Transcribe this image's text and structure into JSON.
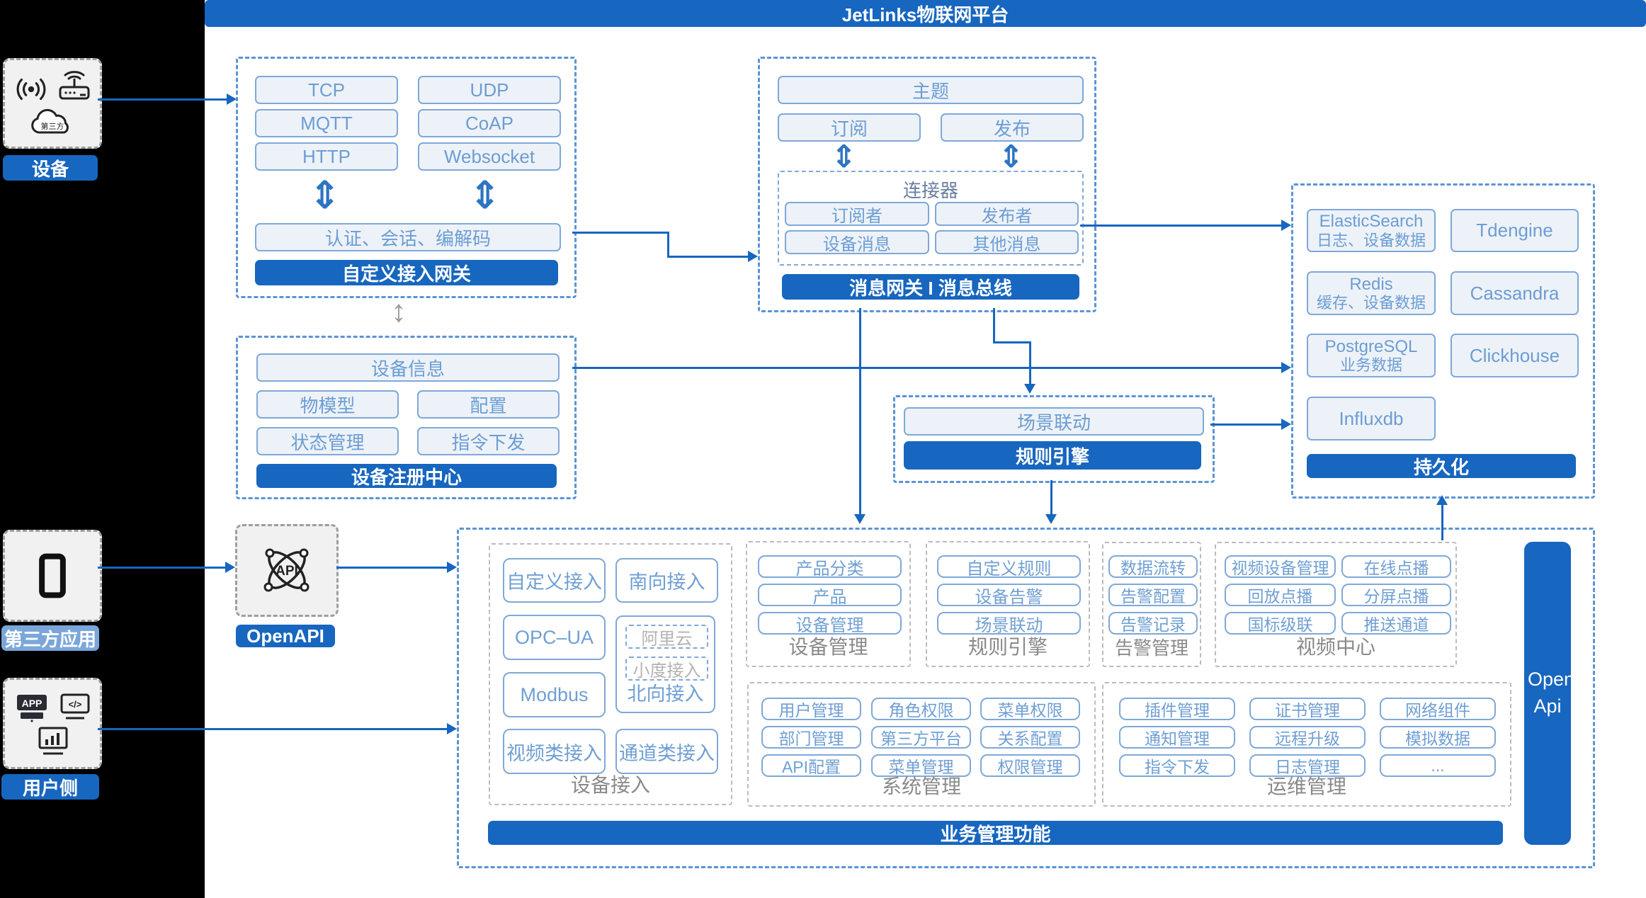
{
  "title": "JetLinks物联网平台",
  "left_rail": {
    "device": {
      "label": "设备",
      "cloud_text": "第三方"
    },
    "third_party": {
      "label": "第三方应用"
    },
    "user_side": {
      "label": "用户侧",
      "app_icon_text": "APP",
      "code_icon_text": "</>"
    }
  },
  "protocol_gateway": {
    "protocols": [
      "TCP",
      "UDP",
      "MQTT",
      "CoAP",
      "HTTP",
      "Websocket"
    ],
    "middleware": "认证、会话、编解码",
    "footer": "自定义接入网关"
  },
  "device_registry": {
    "header": "设备信息",
    "items": [
      "物模型",
      "配置",
      "状态管理",
      "指令下发"
    ],
    "footer": "设备注册中心"
  },
  "message_bus": {
    "topic": "主题",
    "subscribe": "订阅",
    "publish": "发布",
    "connector": {
      "title": "连接器",
      "items": [
        "订阅者",
        "发布者",
        "设备消息",
        "其他消息"
      ]
    },
    "footer": "消息网关 I 消息总线"
  },
  "persistence": {
    "stores": [
      {
        "name": "ElasticSearch",
        "desc": "日志、设备数据"
      },
      {
        "name": "Tdengine"
      },
      {
        "name": "Redis",
        "desc": "缓存、设备数据"
      },
      {
        "name": "Cassandra"
      },
      {
        "name": "PostgreSQL",
        "desc": "业务数据"
      },
      {
        "name": "Clickhouse"
      },
      {
        "name": "Influxdb"
      }
    ],
    "footer": "持久化"
  },
  "scene_rule": {
    "scene": "场景联动",
    "footer": "规则引擎"
  },
  "open_api_block": {
    "label": "OpenAPI",
    "icon_text": "API"
  },
  "business_platform": {
    "device_access": {
      "label": "设备接入",
      "items": [
        "自定义接入",
        "南向接入",
        "OPC–UA",
        "Modbus",
        "视频类接入",
        "通道类接入"
      ],
      "north": {
        "dashed_items": [
          "阿里云",
          "小度接入"
        ],
        "label": "北向接入"
      }
    },
    "device_mgmt": {
      "label": "设备管理",
      "items": [
        "产品分类",
        "产品",
        "设备管理"
      ]
    },
    "rule_engine": {
      "label": "规则引擎",
      "items": [
        "自定义规则",
        "设备告警",
        "场景联动"
      ]
    },
    "alarm_mgmt": {
      "label": "告警管理",
      "items": [
        "数据流转",
        "告警配置",
        "告警记录"
      ]
    },
    "video_center": {
      "label": "视频中心",
      "items": [
        "视频设备管理",
        "在线点播",
        "回放点播",
        "分屏点播",
        "国标级联",
        "推送通道"
      ]
    },
    "system_mgmt": {
      "label": "系统管理",
      "items": [
        "用户管理",
        "角色权限",
        "菜单权限",
        "部门管理",
        "第三方平台",
        "关系配置",
        "API配置",
        "菜单管理",
        "权限管理"
      ]
    },
    "ops_mgmt": {
      "label": "运维管理",
      "items": [
        "插件管理",
        "证书管理",
        "网络组件",
        "通知管理",
        "远程升级",
        "模拟数据",
        "指令下发",
        "日志管理",
        "..."
      ]
    },
    "open_api_bar": "Open Api",
    "footer": "业务管理功能"
  },
  "colors": {
    "primary": "#1766bf",
    "light_label": "#7aa6da",
    "box_border": "#7fa8d9",
    "box_text": "#6c9dd4",
    "box_fill": "#edf2f8"
  }
}
